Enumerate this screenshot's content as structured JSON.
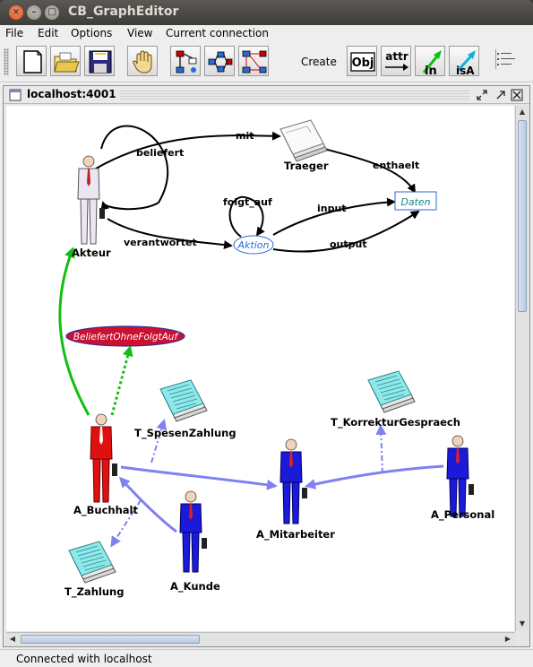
{
  "window": {
    "title": "CB_GraphEditor"
  },
  "menu": [
    "File",
    "Edit",
    "Options",
    "View",
    "Current connection"
  ],
  "toolbar": {
    "create_label": "Create",
    "obj_label": "Obj",
    "attr_label": "attr",
    "in_label": "in",
    "isa_label": "isA"
  },
  "frame": {
    "title": "localhost:4001"
  },
  "graph": {
    "nodes": {
      "akteur": "Akteur",
      "traeger": "Traeger",
      "daten": "Daten",
      "aktion": "Aktion",
      "constraint": "BeliefertOhneFolgtAuf",
      "t_spesen": "T_SpesenZahlung",
      "t_korrektur": "T_KorrekturGespraech",
      "a_buchhalt": "A_Buchhalt",
      "a_mitarbeiter": "A_Mitarbeiter",
      "a_personal": "A_Personal",
      "t_zahlung": "T_Zahlung",
      "a_kunde": "A_Kunde"
    },
    "edges": {
      "beliefert": "beliefert",
      "mit": "mit",
      "enthaelt": "enthaelt",
      "folgt_auf": "folgt_auf",
      "input": "input",
      "output": "output",
      "verantwortet": "verantwortet"
    }
  },
  "colors": {
    "red_person": "#e01010",
    "blue_person": "#1a1ad8",
    "doc_teal": "#8fe8ea",
    "green_edge": "#10c010",
    "lavender_edge": "#8080f0",
    "constraint_fill": "#cc1030"
  },
  "status": {
    "text": "Connected with localhost"
  }
}
